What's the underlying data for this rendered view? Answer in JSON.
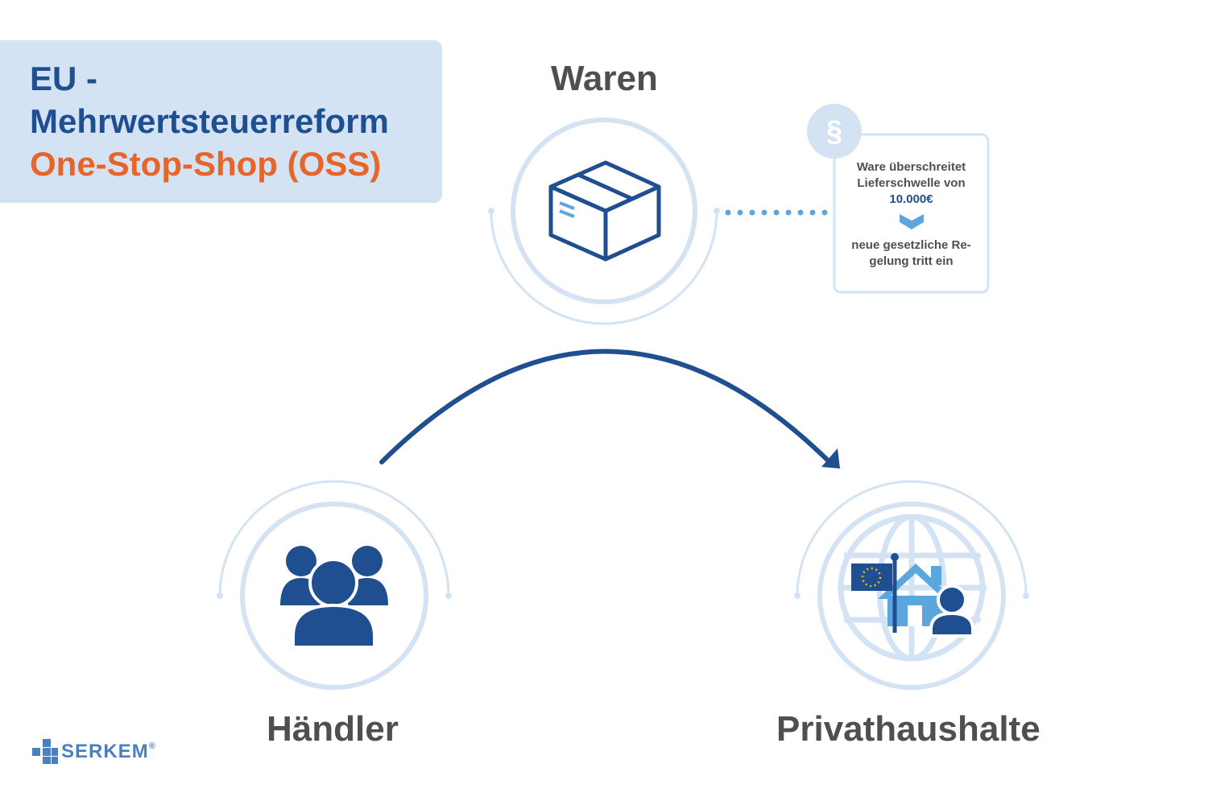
{
  "title": {
    "line1": "EU -",
    "line2": "Mehrwertsteuerreform",
    "line3": "One-Stop-Shop (OSS)"
  },
  "nodes": {
    "goods": {
      "label": "Waren",
      "icon": "box-icon"
    },
    "merchant": {
      "label": "Händler",
      "icon": "people-icon"
    },
    "households": {
      "label": "Privathaushalte",
      "icon": "globe-house-eu-flag-icon"
    }
  },
  "info_box": {
    "badge_icon": "paragraph-icon",
    "badge_symbol": "§",
    "line1": "Ware überschreitet",
    "line2": "Lieferschwelle von",
    "amount": "10.000€",
    "line3": "neue gesetzliche Re-",
    "line4": "gelung tritt ein",
    "arrow_icon": "chevron-down-icon"
  },
  "logo": {
    "text": "SERKEM",
    "mark": "®"
  },
  "colors": {
    "navy": "#1f4e91",
    "orange": "#e8652a",
    "light_blue": "#d3e3f4",
    "mid_blue": "#5ba6dd",
    "gray_text": "#4f4f4f"
  }
}
